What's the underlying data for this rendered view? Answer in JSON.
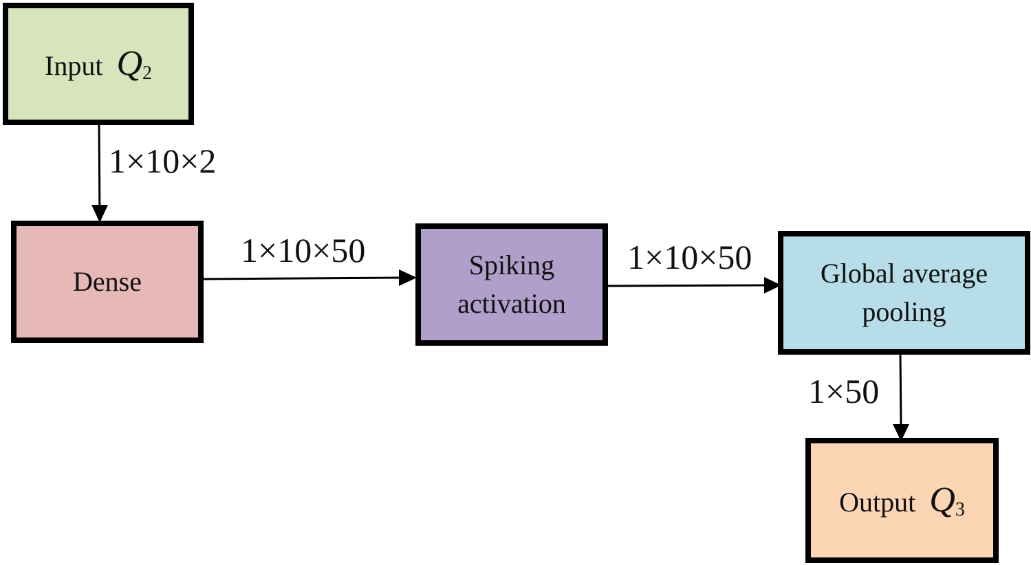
{
  "boxes": {
    "input": {
      "label": "Input",
      "symbol": "Q",
      "sub": "2",
      "color": "#d8e5bc"
    },
    "dense": {
      "label": "Dense",
      "color": "#e6b8b8"
    },
    "spiking": {
      "line1": "Spiking",
      "line2": "activation",
      "color": "#b09fca"
    },
    "gap": {
      "line1": "Global average",
      "line2": "pooling",
      "color": "#b7dde8"
    },
    "output": {
      "label": "Output",
      "symbol": "Q",
      "sub": "3",
      "color": "#fcd5b4"
    }
  },
  "edges": {
    "input_to_dense": "1×10×2",
    "dense_to_spiking": "1×10×50",
    "spiking_to_gap": "1×10×50",
    "gap_to_output": "1×50"
  }
}
